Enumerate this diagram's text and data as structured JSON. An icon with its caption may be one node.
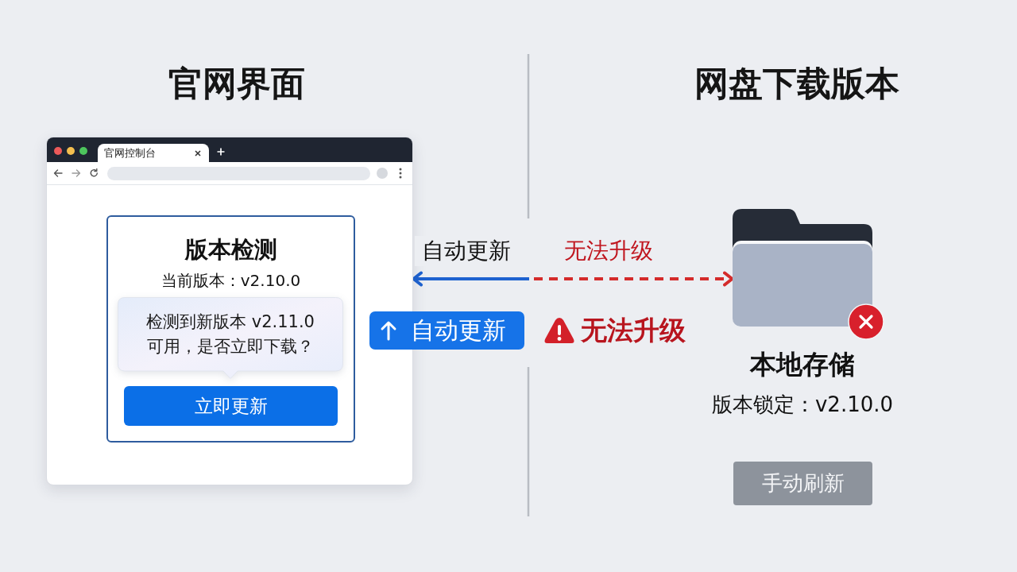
{
  "diagram": {
    "nodes": [
      {
        "text": [],
        "shape": "box"
      },
      {
        "text": [
          "官网控制台"
        ],
        "in": 0
      },
      {
        "text": [
          "版本检测",
          "当前版本：v2.10.0"
        ],
        "in": 0
      },
      {
        "text": [
          "检测到新版本 v2.11.0可用，是否立即下载？"
        ],
        "in": 2
      },
      {
        "text": [
          "立即更新"
        ],
        "in": 2
      },
      {
        "text": [
          "自动更新"
        ]
      },
      {
        "text": [],
        "shape": "picture",
        "beside": [
          "本地存储",
          "版本锁定：v2.10.0"
        ]
      },
      {
        "text": [
          "手动刷新"
        ]
      }
    ],
    "edges": [
      {
        "from": null,
        "to": 0,
        "arrow": "to",
        "label": "自动更新",
        "color": "#1e62d0"
      },
      {
        "from": null,
        "to": 6,
        "arrow": "to",
        "label": "无法升级",
        "style": "dashed",
        "color": "#d42b2b"
      }
    ],
    "labels": [
      "官网界面",
      "网盘下载版本",
      "无法升级"
    ]
  }
}
